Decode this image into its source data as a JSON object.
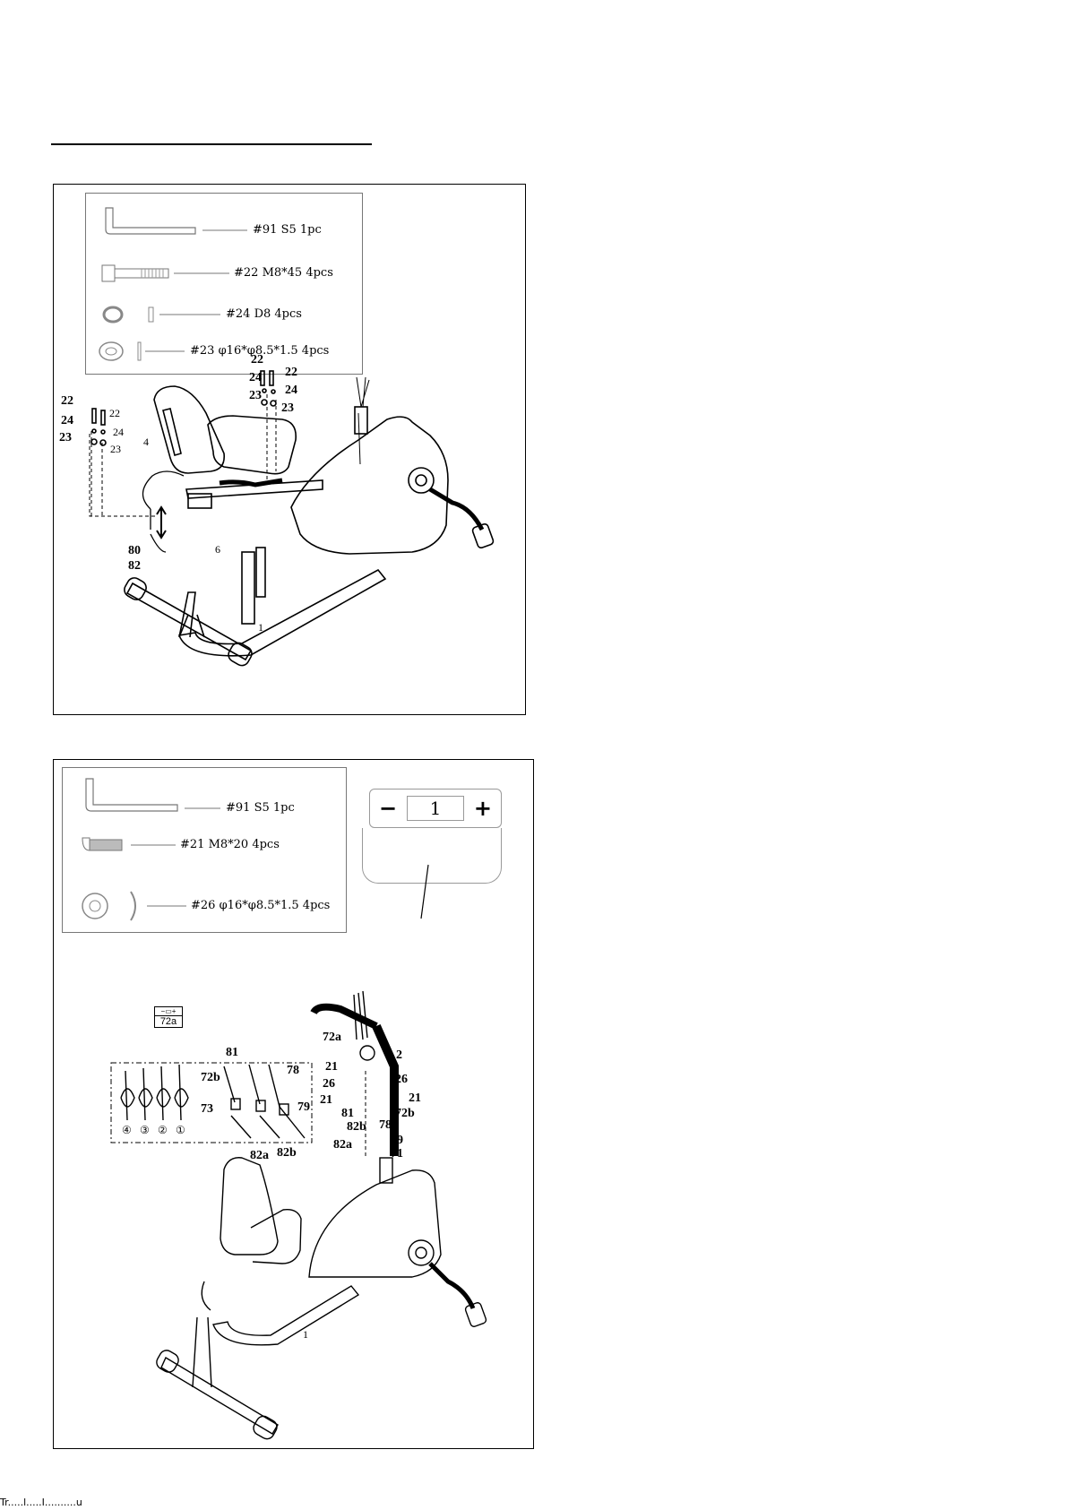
{
  "step1": {
    "parts": [
      {
        "ref": "#91 S5 1pc",
        "icon": "allen-key"
      },
      {
        "ref": "#22 M8*45 4pcs",
        "icon": "bolt"
      },
      {
        "ref": "#24 D8 4pcs",
        "icon": "spring-washer"
      },
      {
        "ref": "#23 φ16*φ8.5*1.5 4pcs",
        "icon": "flat-washer"
      }
    ],
    "callouts": {
      "c22a": "22",
      "c22b": "22",
      "c24a": "24",
      "c24b": "24",
      "c23a": "23",
      "c23b": "23",
      "c22c": "22",
      "c22d": "22",
      "c24c": "24",
      "c24d": "24",
      "c23c": "23",
      "c23d": "23",
      "c4": "4",
      "c6": "6",
      "c80": "80",
      "c82": "82",
      "c1": "1"
    }
  },
  "step2": {
    "parts": [
      {
        "ref": "#91 S5 1pc",
        "icon": "allen-key"
      },
      {
        "ref": "#21 M8*20 4pcs",
        "icon": "bolt"
      },
      {
        "ref": "#26 φ16*φ8.5*1.5 4pcs",
        "icon": "curved-washer"
      }
    ],
    "stepper": {
      "minus": "−",
      "value": "1",
      "plus": "+"
    },
    "badge": "72a",
    "connector_numbers": [
      "④",
      "③",
      "②",
      "①"
    ],
    "callouts": {
      "c81": "81",
      "c78": "78",
      "c72b": "72b",
      "c73": "73",
      "c79": "79",
      "c82a": "82a",
      "c82b": "82b",
      "c72a": "72a",
      "c2": "2",
      "c21a": "21",
      "c26a": "26",
      "c26b": "26",
      "c21b": "21",
      "c21c": "21",
      "c81b": "81",
      "c78b": "78",
      "c72bb": "72b",
      "c82bb": "82b",
      "c82ab": "82a",
      "c79b": "79",
      "c71": "71",
      "c1": "1"
    }
  },
  "footer": "Tr.....l.....I..........u"
}
